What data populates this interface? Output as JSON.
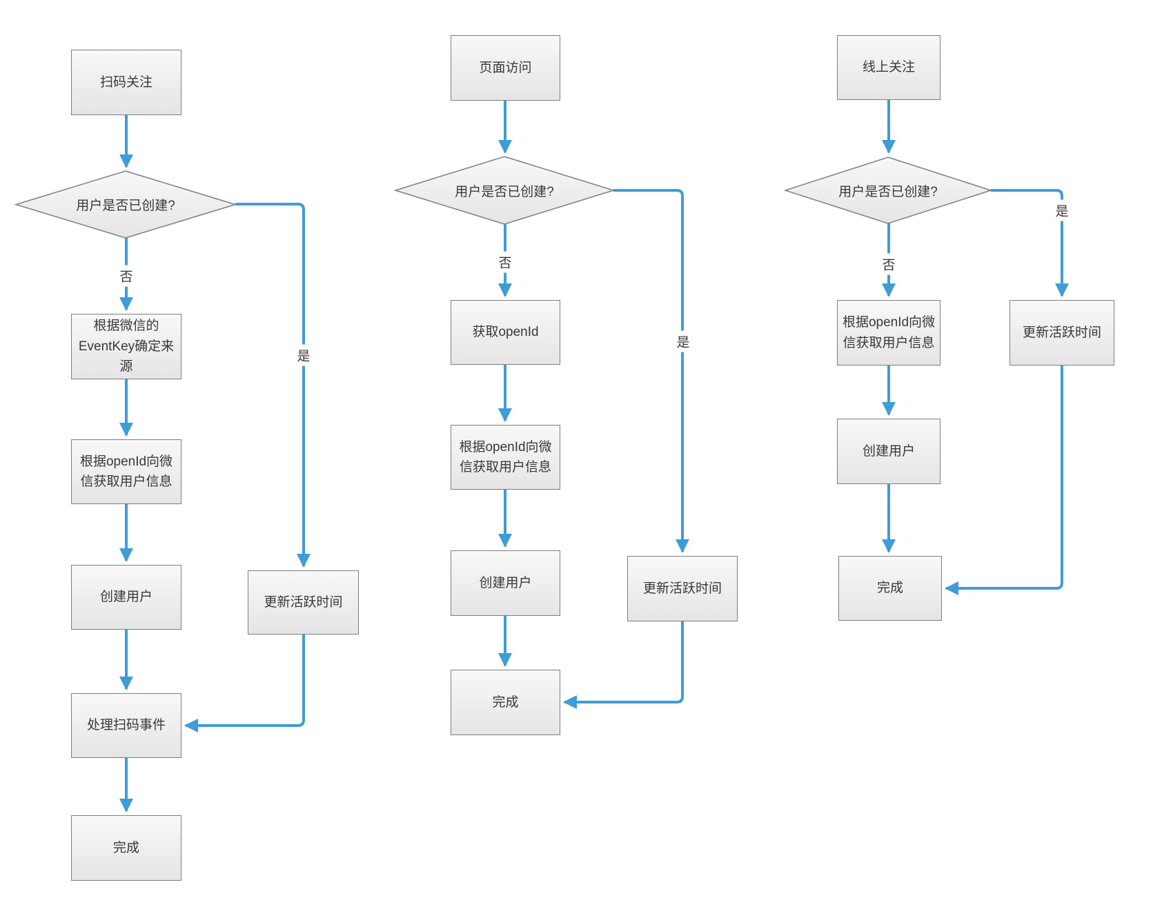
{
  "colors": {
    "arrow-color": "#3e9cd8",
    "shape-border": "#7d7d7d",
    "shape-fill-top": "#f8f8f8",
    "shape-fill-bottom": "#e5e5e5",
    "text-color": "#383838"
  },
  "flow_scan": {
    "start": "扫码关注",
    "decision": "用户是否已创建?",
    "label_no": "否",
    "label_yes": "是",
    "step_source": "根据微信的EventKey确定来源",
    "step_fetch": "根据openId向微信获取用户信息",
    "step_create": "创建用户",
    "step_handle": "处理扫码事件",
    "step_update": "更新活跃时间",
    "done": "完成"
  },
  "flow_page": {
    "start": "页面访问",
    "decision": "用户是否已创建?",
    "label_no": "否",
    "label_yes": "是",
    "step_openid": "获取openId",
    "step_fetch": "根据openId向微信获取用户信息",
    "step_create": "创建用户",
    "step_update": "更新活跃时间",
    "done": "完成"
  },
  "flow_online": {
    "start": "线上关注",
    "decision": "用户是否已创建?",
    "label_no": "否",
    "label_yes": "是",
    "step_fetch": "根据openId向微信获取用户信息",
    "step_create": "创建用户",
    "step_update": "更新活跃时间",
    "done": "完成"
  }
}
